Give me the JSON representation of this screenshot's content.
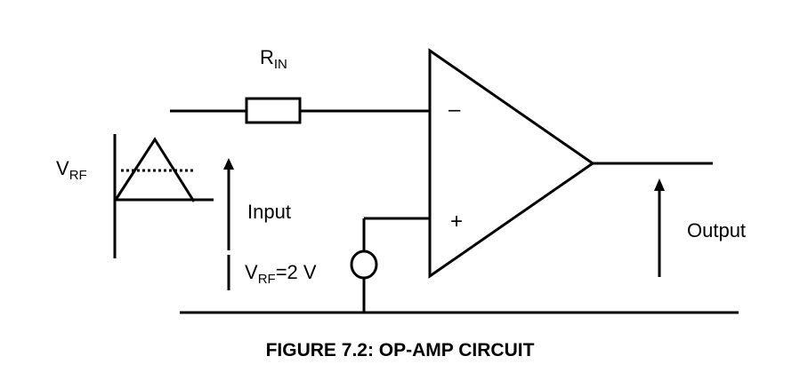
{
  "diagram": {
    "resistor_label": {
      "main": "R",
      "sub": "IN"
    },
    "vrf_label": {
      "main": "V",
      "sub": "RF"
    },
    "input_label": "Input",
    "vrf_value_label": {
      "main": "V",
      "sub": "RF",
      "suffix": "=2 V"
    },
    "output_label": "Output",
    "inverting_sign": "–",
    "noninverting_sign": "+",
    "caption": "FIGURE 7.2:  OP-AMP CIRCUIT",
    "colors": {
      "line": "#000000",
      "background": "#ffffff"
    }
  }
}
